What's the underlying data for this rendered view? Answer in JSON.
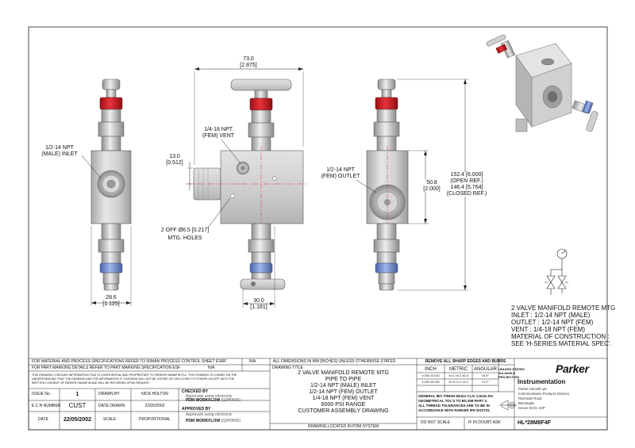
{
  "views": {
    "left": {
      "inlet_label": [
        "1/2-14 NPT",
        "(MALE) INLET"
      ],
      "width_dim": [
        "28.6",
        "[1.125]"
      ]
    },
    "center": {
      "overall_dim": [
        "73.0",
        "[2.875]"
      ],
      "vent_label": [
        "1/4-18 NPT",
        "(FEM) VENT"
      ],
      "height_dim": [
        "13.0",
        "[0.512]"
      ],
      "holes_label": [
        "2 OFF Ø6.5 [0.217]",
        "MTG. HOLES"
      ],
      "bottom_dim": [
        "30.0",
        "[1.181]"
      ]
    },
    "right": {
      "outlet_label": [
        "1/2-14 NPT",
        "(FEM) OUTLET"
      ],
      "height_dim": [
        "50.8",
        "[2.000]"
      ],
      "length_dim": [
        "152.4 [6.000]",
        "(OPEN REF.)",
        "146.4 [5.764]",
        "(CLOSED REF.)"
      ]
    }
  },
  "spec": [
    "2 VALVE MANIFOLD REMOTE MTG",
    "INLET : 1/2-14 NPT (MALE)",
    "OUTLET : 1/2-14 NPT (FEM)",
    "VENT : 1/4-18 NPT (FEM)",
    "MATERIAL OF CONSTRUCTION :",
    "SEE 'H-SERIES MATERIAL SPEC'."
  ],
  "title_block": {
    "material_spec": "FOR MATERIAL AND PROCESS SPECIFICATIONS REFER TO 50MAN PROCESS CONTROL SHEET ESRF",
    "material_na": "N/A",
    "marking_spec": "FOR PART MARKING DETAILS REFER TO PART MARKING SPECIFICATION ESF",
    "marking_na": "N/A",
    "confidential": [
      "THIS DRAWING CONTAINS INFORMATION THAT IS CONFIDENTIAL AND PROPRIETARY TO PARKER HANNIFIN PLC. THIS DRAWING IS LOANED ON THE",
      "UNDERSTANDING THAT THE DRAWING AND THE INFORMATION IT CONTAINS WILL NOT BE COPIED OR DISCLOSED TO OTHERS EXCEPT WITH THE",
      "WRITTEN CONSENT OF PARKER HANNIFIN AND WILL BE RETURNED UPON REQUEST"
    ],
    "dims_note": "ALL DIMENSIONS IN MM [INCHES] UNLESS OTHERWISE STATED",
    "drawing_title_label": "DRAWING TITLE",
    "drawing_title": [
      "2 VALVE MANIFOLD REMOTE MTG",
      "PIPE TO PIPE",
      "1/2-14 NPT (MALE) INLET",
      "1/2-14 NPT (FEM) OUTLET",
      "1/4-18 NPT (FEM) VENT",
      "6000 PSI RANGE",
      "CUSTOMER ASSEMBLY DRAWING"
    ],
    "drawing_located": "DRAWING LOCATED IN PDM SYSTEM",
    "remove_edges": "REMOVE ALL SHARP EDGES AND BURRS",
    "tol_headers": [
      "INCH",
      "METRIC",
      "ANGULAR"
    ],
    "tol_rows": [
      [
        "±.005 ±0.010",
        "±0.1 ±0.2 ±0.3",
        "±0.5°"
      ],
      [
        "±.020 ±0.030",
        "±0.5 ±1.0 ±1.5",
        "±1.0°"
      ]
    ],
    "general_tol": [
      "GENERAL M/C FINISH 63min CLA/ 1.6min RA",
      "GEOMETRICAL TOL'S TO BS.308 PART 3.",
      "ALL THREAD TOLERANCES ARE TO BE IN",
      "ACCORDANCE WITH PARKER IPD ESS701."
    ],
    "projection": [
      "UNLESS STATED",
      "3rd ANGLE",
      "PROJECTION"
    ],
    "do_not_scale": "DO NOT SCALE",
    "if_in_doubt": "IF IN DOUBT ASK",
    "company_brand": "Parker",
    "company_division": "Instrumentation",
    "company_address": [
      "Parker Hannifin plc",
      "Instrumentation Products Division",
      "Riverside Road",
      "Barnstaple",
      "Devon EX31 1NP"
    ],
    "part_number": "HL*28M8F4F",
    "issue_label": "ISSUE No.",
    "issue_value": "1",
    "drawn_by_label": "DRAWN BY",
    "drawn_by_value": "NICK HOLTON",
    "ecn_label": "E.C.N NUMBER",
    "ecn_value": "CUST",
    "date_drawn_label": "DATE DRAWN",
    "date_drawn_value": "22/05/2002",
    "date_label": "DATE",
    "date_value": "22/05/2002",
    "scale_label": "SCALE",
    "scale_value": "PROPORTIONAL",
    "checked_by_label": "CHECKED BY",
    "checked_by_sub": "Approvals using electronic",
    "checked_by_value": "PDM WORKFLOW",
    "checked_by_ref": "(Q2P0605)",
    "approved_by_label": "APPROVED BY",
    "approved_by_sub": "Approvals using electronic",
    "approved_by_value": "PDM WORKFLOW",
    "approved_by_ref": "(Q2P0605)"
  },
  "colors": {
    "red_handle": "#d2232a",
    "blue_ring": "#6f8fd6",
    "centerline": "#d93030",
    "body_fill": "#c8c8c8"
  }
}
